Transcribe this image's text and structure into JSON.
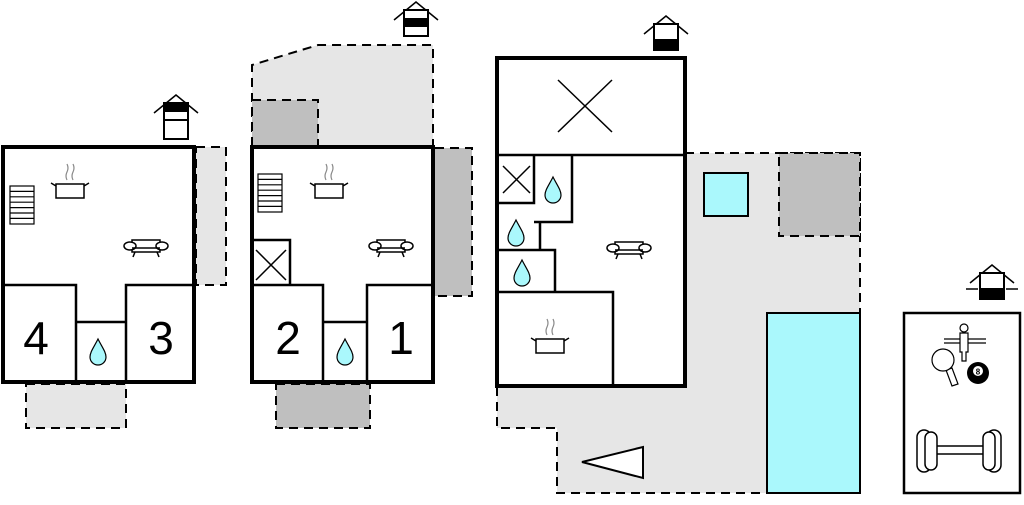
{
  "rooms": {
    "bedroom_4": "4",
    "bedroom_3": "3",
    "bedroom_2": "2",
    "bedroom_1": "1"
  },
  "billiard_ball": "8",
  "colors": {
    "terrace": "#e6e6e6",
    "covered_terrace": "#bfbfbf",
    "water": "#aaf8fc",
    "walls": "#000000"
  },
  "icons": [
    "house-floor-icon",
    "stairs-icon",
    "cooking-pot-icon",
    "sofa-icon",
    "water-drop-icon",
    "x-mark-icon",
    "table-football-icon",
    "ping-pong-icon",
    "billiard-ball-icon",
    "dumbbell-icon",
    "direction-arrow-icon"
  ]
}
